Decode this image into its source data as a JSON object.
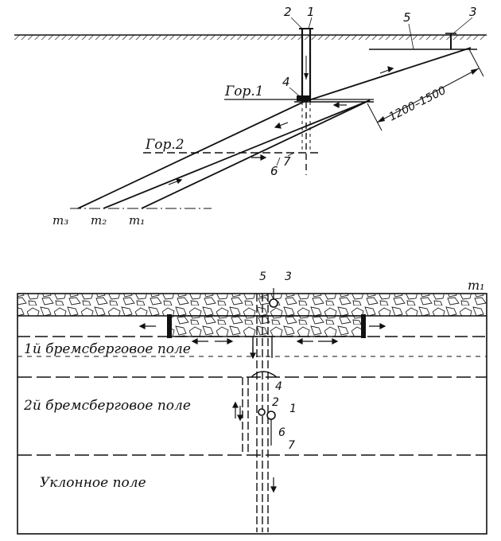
{
  "figure": {
    "section": {
      "horizon_1": "Гор.1",
      "horizon_2": "Гор.2",
      "dimension": "1200–1500",
      "seam_m3": "m₃",
      "seam_m2": "m₂",
      "seam_m1": "m₁",
      "callouts": [
        "1",
        "2",
        "3",
        "4",
        "5",
        "6",
        "7"
      ]
    },
    "plan": {
      "seam_label": "m₁",
      "field_1": "1й бремсберговое поле",
      "field_2": "2й бремсберговое поле",
      "field_3": "Уклонное поле",
      "callouts": [
        "1",
        "2",
        "3",
        "4",
        "5",
        "6",
        "7"
      ]
    }
  }
}
